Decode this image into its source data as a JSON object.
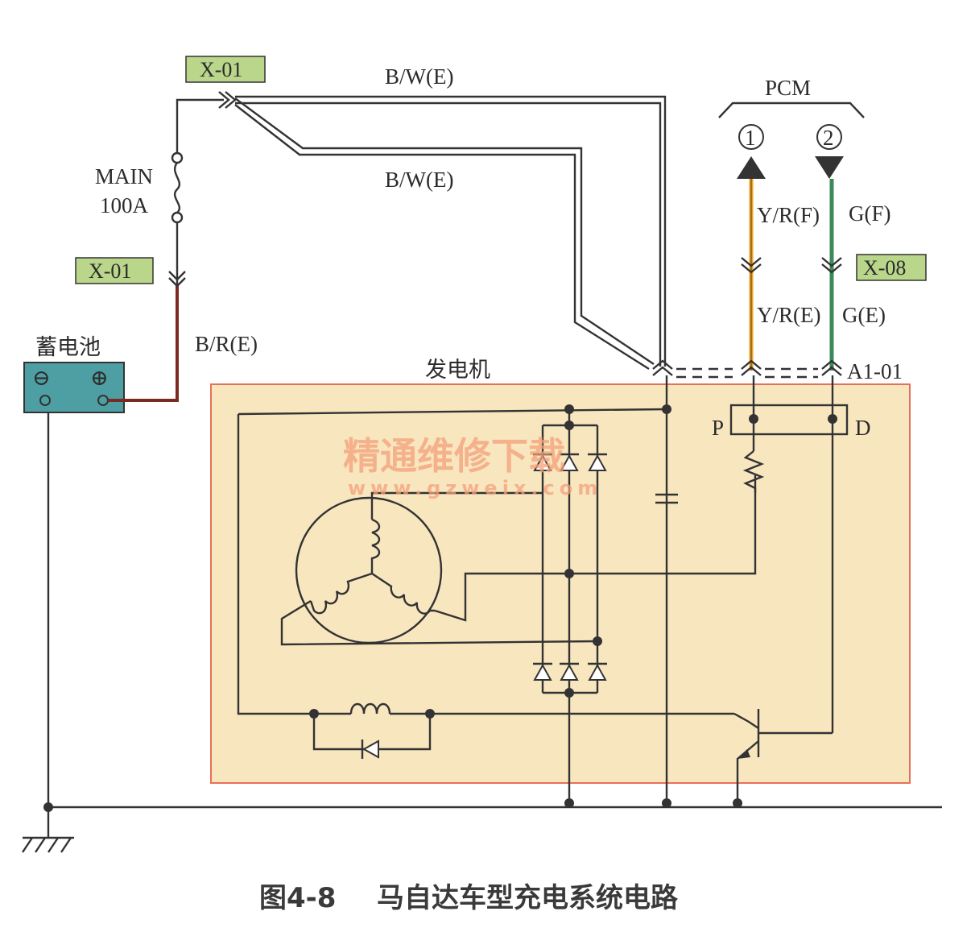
{
  "labels": {
    "connector_top": "X-01",
    "connector_mid": "X-01",
    "connector_right": "X-08",
    "wire_bw_top": "B/W(E)",
    "wire_bw_bottom": "B/W(E)",
    "wire_br": "B/R(E)",
    "fuse_name": "MAIN",
    "fuse_rating": "100A",
    "battery": "蓄电池",
    "battery_minus": "⊖",
    "battery_plus": "⊕",
    "alternator": "发电机",
    "pcm": "PCM",
    "pin1": "1",
    "pin2": "2",
    "wire_yr_f": "Y/R(F)",
    "wire_yr_e": "Y/R(E)",
    "wire_g_f": "G(F)",
    "wire_g_e": "G(E)",
    "connector_a1": "A1-01",
    "terminal_p": "P",
    "terminal_d": "D"
  },
  "watermark": {
    "text_cn": "精通维修下载",
    "text_url": "www.gzweix.com"
  },
  "caption": {
    "figure_no": "图4-8",
    "title": "马自达车型充电系统电路"
  },
  "colors": {
    "alternator_fill": "#f8e6bf",
    "alternator_border": "#e8705a",
    "connector_fill": "#b9d68a",
    "battery_fill": "#4e9fa3",
    "wire_br": "#7a2a1f",
    "wire_yr": "#f0a020",
    "wire_g": "#3c8a5a"
  }
}
